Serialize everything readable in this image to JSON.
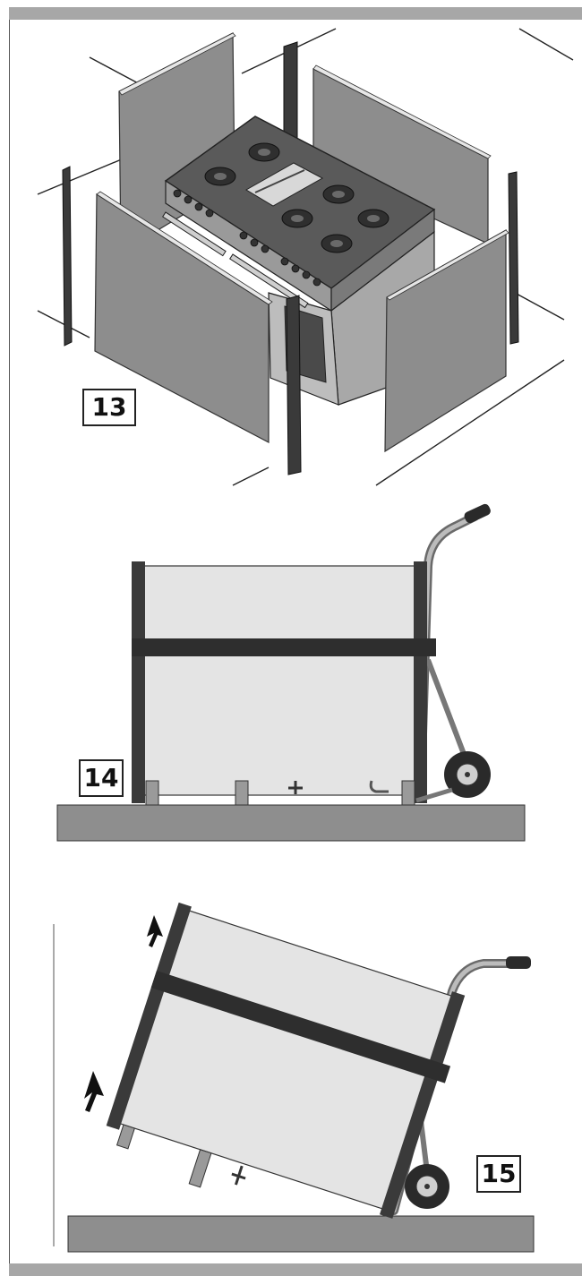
{
  "figures": [
    {
      "number": "13"
    },
    {
      "number": "14"
    },
    {
      "number": "15"
    }
  ],
  "colors": {
    "page_band": "#a7a7a7",
    "panel_gray": "#8a8a8a",
    "panel_light": "#c9c9c9",
    "frame_dark": "#3a3a3a",
    "box_fill": "#e6e6e6",
    "floor": "#8e8e8e"
  }
}
